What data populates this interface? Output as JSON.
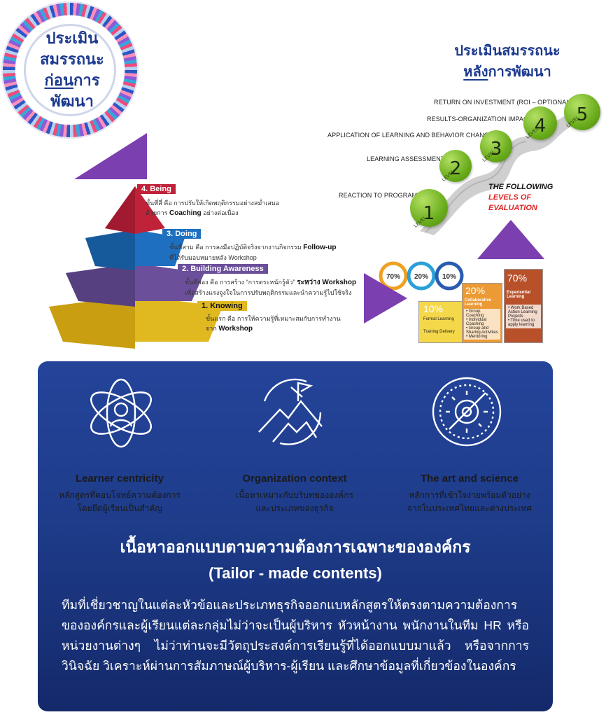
{
  "pre_assessment": {
    "line1": "ประเมิน",
    "line2": "สมรรถนะ",
    "line3_highlight": "ก่อน",
    "line3_rest": "การ",
    "line4": "พัฒนา"
  },
  "post_assessment": {
    "line1": "ประเมินสมรรถนะ",
    "line2_highlight": "หลัง",
    "line2_rest": "การพัฒนา"
  },
  "levels": {
    "items": [
      {
        "number": "1",
        "label": "REACTION TO PROGRAM"
      },
      {
        "number": "2",
        "label": "LEARNING ASSESSMENT"
      },
      {
        "number": "3",
        "label": "APPLICATION OF LEARNING AND BEHAVIOR CHANGE"
      },
      {
        "number": "4",
        "label": "RESULTS-ORGANIZATION IMPACT"
      },
      {
        "number": "5",
        "label": "RETURN ON INVESTMENT (ROI – OPTIONAL)"
      }
    ],
    "badge_word": "LEVEL",
    "following_line1": "THE FOLLOWING",
    "following_line2": "LEVELS OF",
    "following_line3": "EVALUATION"
  },
  "pyramid": {
    "tiers": [
      {
        "tag": "4. Being",
        "desc1": "ขั้นที่สี่ คือ การปรับให้เกิดพฤติกรรมอย่างสม่ำเสมอ",
        "desc2_pre": "ด้วยการ",
        "desc2_bold": "Coaching",
        "desc2_post": "อย่างต่อเนื่อง",
        "color": "#c0223a"
      },
      {
        "tag": "3. Doing",
        "desc1_pre": "ขั้นที่สาม คือ การลงมือปฏิบัติจริงจากงานกิจกรรม",
        "desc1_bold": "Follow-up",
        "desc2": "ที่ได้รับมอบหมายหลัง Workshop",
        "color": "#1e6fbf"
      },
      {
        "tag": "2. Building Awareness",
        "desc1_pre": "ขั้นที่สอง คือ การสร้าง “การตระหนักรู้ตัว”",
        "desc1_bold": "ระหว่าง Workshop",
        "desc2": "เพื่อสร้างแรงจูงใจในการปรับพฤติกรรมและนำความรู้ไปใช้จริง",
        "color": "#6b4f9a"
      },
      {
        "tag": "1. Knowing",
        "desc1": "ขั้นแรก คือ การให้ความรู้ที่เหมาะสมกับการทำงาน",
        "desc2_pre": "จาก",
        "desc2_bold": "Workshop",
        "color": "#e0b820"
      }
    ]
  },
  "model_702010": {
    "percents": [
      "70%",
      "20%",
      "10%"
    ],
    "box10": {
      "pct": "10%",
      "title": "Formal Learning",
      "foot": "Training Delivery"
    },
    "box20": {
      "pct": "20%",
      "title": "Collaborative Learning",
      "items": [
        "• Group Coaching",
        "• Individual Coaching",
        "• Group and Sharing Activities",
        "• Mentoring"
      ]
    },
    "box70": {
      "pct": "70%",
      "title": "Experiential Learning",
      "items": [
        "• Work Based Action Learning Projects",
        "• Time used to apply learning"
      ]
    }
  },
  "features": [
    {
      "title": "Learner centricity",
      "line1": "หลักสูตรที่ตอบโจทย์ความต้องการ",
      "line2": "โดยยึดผู้เรียนเป็นสำคัญ"
    },
    {
      "title": "Organization context",
      "line1": "เนื้อหาเหมาะกับบริบทขององค์กร",
      "line2": "และประเภทของธุรกิจ"
    },
    {
      "title": "The art and science",
      "line1": "หลักการที่เข้าใจง่ายพร้อมตัวอย่าง",
      "line2": "จากในประเทศไทยและต่างประเทศ"
    }
  ],
  "headline": "เนื้อหาออกแบบตามความต้องการเฉพาะขององค์กร",
  "subheadline": "(Tailor - made contents)",
  "body": "ทีมที่เชี่ยวชาญในแต่ละหัวข้อและประเภทธุรกิจออกแบหลักสูตรให้ตรงตามความต้องการขององค์กรและผู้เรียนแต่ละกลุ่มไม่ว่าจะเป็นผู้บริหาร หัวหน้างาน พนักงานในทีม HR หรือหน่วยงานต่างๆ ไม่ว่าท่านจะมีวัตถุประสงค์การเรียนรู้ที่ได้ออกแบบมาแล้ว หรือจากการวินิจฉัย วิเคราะห์ผ่านการสัมภาษณ์ผู้บริหาร-ผู้เรียน และศึกษาข้อมูลที่เกี่ยวข้องในองค์กร",
  "colors": {
    "navy": "#1d3a8f",
    "purple": "#7b3fb0",
    "green": "#6aad1c",
    "panel": "#1e3c8a"
  }
}
